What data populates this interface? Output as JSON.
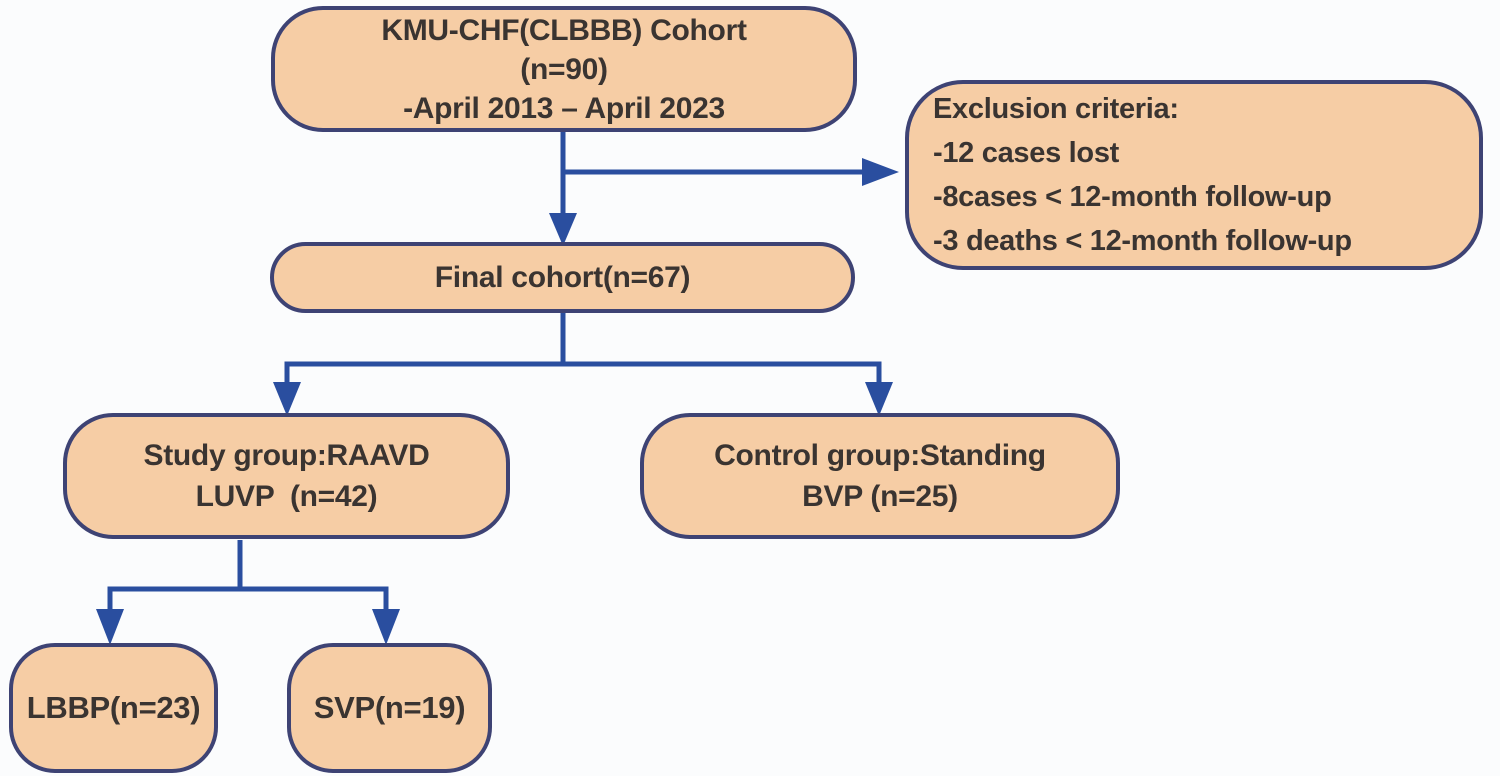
{
  "figure": {
    "type": "flowchart",
    "colors": {
      "page_background": "#fbfcfd",
      "node_fill": "#f6cda5",
      "node_border": "#3e4374",
      "connector": "#2a4e9f",
      "text": "#3a3431"
    },
    "nodes": {
      "cohort": {
        "lines": [
          "KMU-CHF(CLBBB) Cohort",
          "(n=90)",
          "-April 2013 – April 2023"
        ]
      },
      "exclusion": {
        "lines": [
          "Exclusion criteria:",
          "-12 cases lost",
          "-8cases < 12-month follow-up",
          "-3 deaths < 12-month follow-up"
        ]
      },
      "final_cohort": {
        "label": "Final cohort(n=67)"
      },
      "study_group": {
        "lines": [
          "Study group:RAAVD",
          "LUVP  (n=42)"
        ]
      },
      "control_group": {
        "lines": [
          "Control group:Standing",
          "BVP (n=25)"
        ]
      },
      "lbbp": {
        "label": "LBBP(n=23)"
      },
      "svp": {
        "label": "SVP(n=19)"
      }
    },
    "edges": [
      {
        "from": "cohort",
        "to": "final_cohort",
        "arrow": true
      },
      {
        "from": "cohort",
        "to": "exclusion",
        "arrow": true
      },
      {
        "from": "final_cohort",
        "to": "study_group",
        "arrow": true
      },
      {
        "from": "final_cohort",
        "to": "control_group",
        "arrow": true
      },
      {
        "from": "study_group",
        "to": "lbbp",
        "arrow": true
      },
      {
        "from": "study_group",
        "to": "svp",
        "arrow": true
      }
    ]
  }
}
